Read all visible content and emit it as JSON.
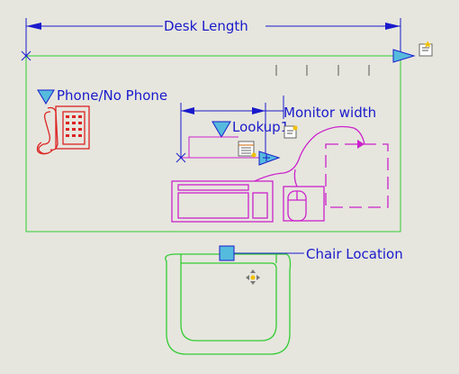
{
  "params": {
    "desk_length_label": "Desk Length",
    "phone_label": "Phone/No Phone",
    "monitor_width_label": "Monitor width",
    "lookup_label": "Lookup1",
    "chair_location_label": "Chair Location"
  },
  "colors": {
    "background": "#e6e6de",
    "desk_outline": "#33cc33",
    "dimension": "#1a1acc",
    "phone": "#dd2222",
    "computer": "#cc22cc",
    "grip": "#55bbdd",
    "chair": "#33cc33"
  },
  "icons": {
    "parameter_grip": "triangle-grip-icon",
    "lookup_table": "lookup-table-icon",
    "action": "action-icon",
    "move": "move-icon",
    "telephone": "telephone-icon"
  }
}
